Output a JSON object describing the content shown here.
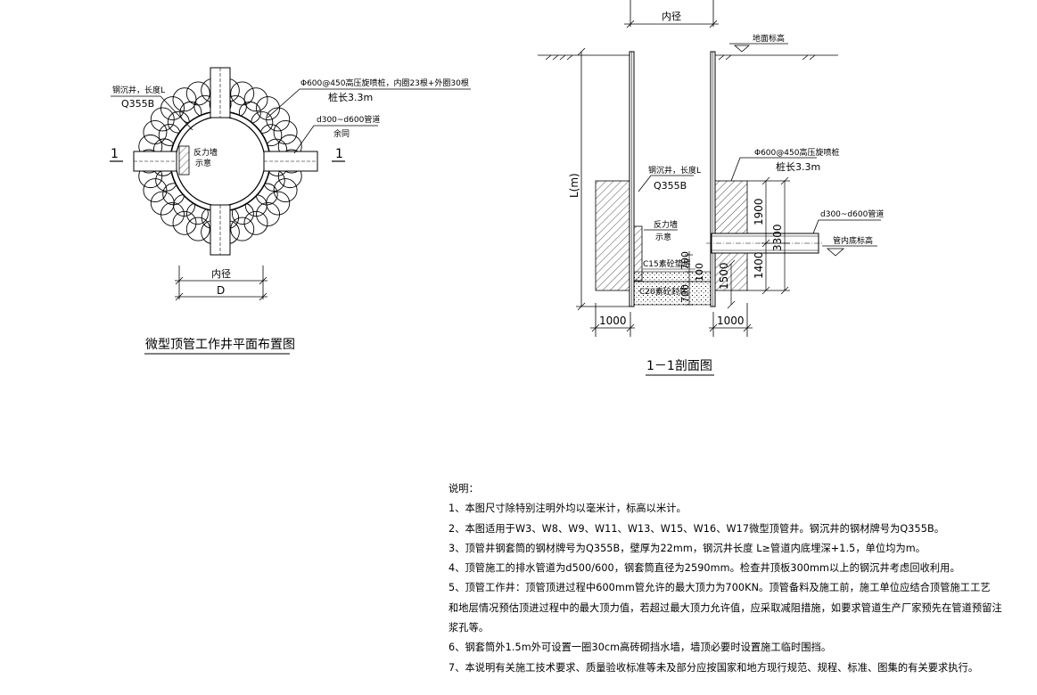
{
  "plan": {
    "title": "微型顶管工作井平面布置图",
    "label_caisson": "钢沉井，长度L",
    "label_steel": "Q355B",
    "label_jetgrout": "Φ600@450高压旋喷桩，内圈23根+外圈30根",
    "label_pile_len": "桩长3.3m",
    "label_pipe": "d300~d600管道",
    "label_pipe_same": "余同",
    "label_wall_1": "反力墙",
    "label_wall_2": "示意",
    "dim_inner": "内径",
    "dim_d": "D",
    "section_mark": "1"
  },
  "section": {
    "title": "1－1剖面图",
    "dim_inner": "内径",
    "ground_label": "地面标高",
    "depth_label": "L(m)",
    "label_caisson": "钢沉井，长度L",
    "label_steel": "Q355B",
    "label_jetgrout": "Φ600@450高压旋喷桩",
    "label_pile_len": "桩长3.3m",
    "label_pipe": "d300~d600管道",
    "label_invert": "管内底标高",
    "label_wall_1": "反力墙",
    "label_wall_2": "示意",
    "label_c15": "C15素砼垫层",
    "label_c20": "C20素砼封底",
    "dim_1900": "1900",
    "dim_3300": "3300",
    "dim_1400": "1400",
    "dim_1500": "1500",
    "dim_700a": "700",
    "dim_700b": "700",
    "dim_100": "100",
    "dim_1000_left": "1000",
    "dim_1000_right": "1000"
  },
  "notes": {
    "heading": "说明：",
    "items": [
      "1、本图尺寸除特别注明外均以毫米计，标高以米计。",
      "2、本图适用于W3、W8、W9、W11、W13、W15、W16、W17微型顶管井。钢沉井的钢材牌号为Q355B。",
      "3、顶管井钢套筒的钢材牌号为Q355B，壁厚为22mm，钢沉井长度 L≥管道内底埋深+1.5，单位均为m。",
      "4、顶管施工的排水管道为d500/600，钢套筒直径为2590mm。检查井顶板300mm以上的钢沉井考虑回收利用。",
      "5、顶管工作井：顶管顶进过程中600mm管允许的最大顶力为700KN。顶管备料及施工前，施工单位应结合顶管施工工艺",
      "和地层情况预估顶进过程中的最大顶力值，若超过最大顶力允许值，应采取减阻措施，如要求管道生产厂家预先在管道预留注",
      "浆孔等。",
      "6、钢套筒外1.5m外可设置一圈30cm高砖砌挡水墙，墙顶必要时设置施工临时围挡。",
      "7、本说明有关施工技术要求、质量验收标准等未及部分应按国家和地方现行规范、规程、标准、图集的有关要求执行。"
    ]
  }
}
